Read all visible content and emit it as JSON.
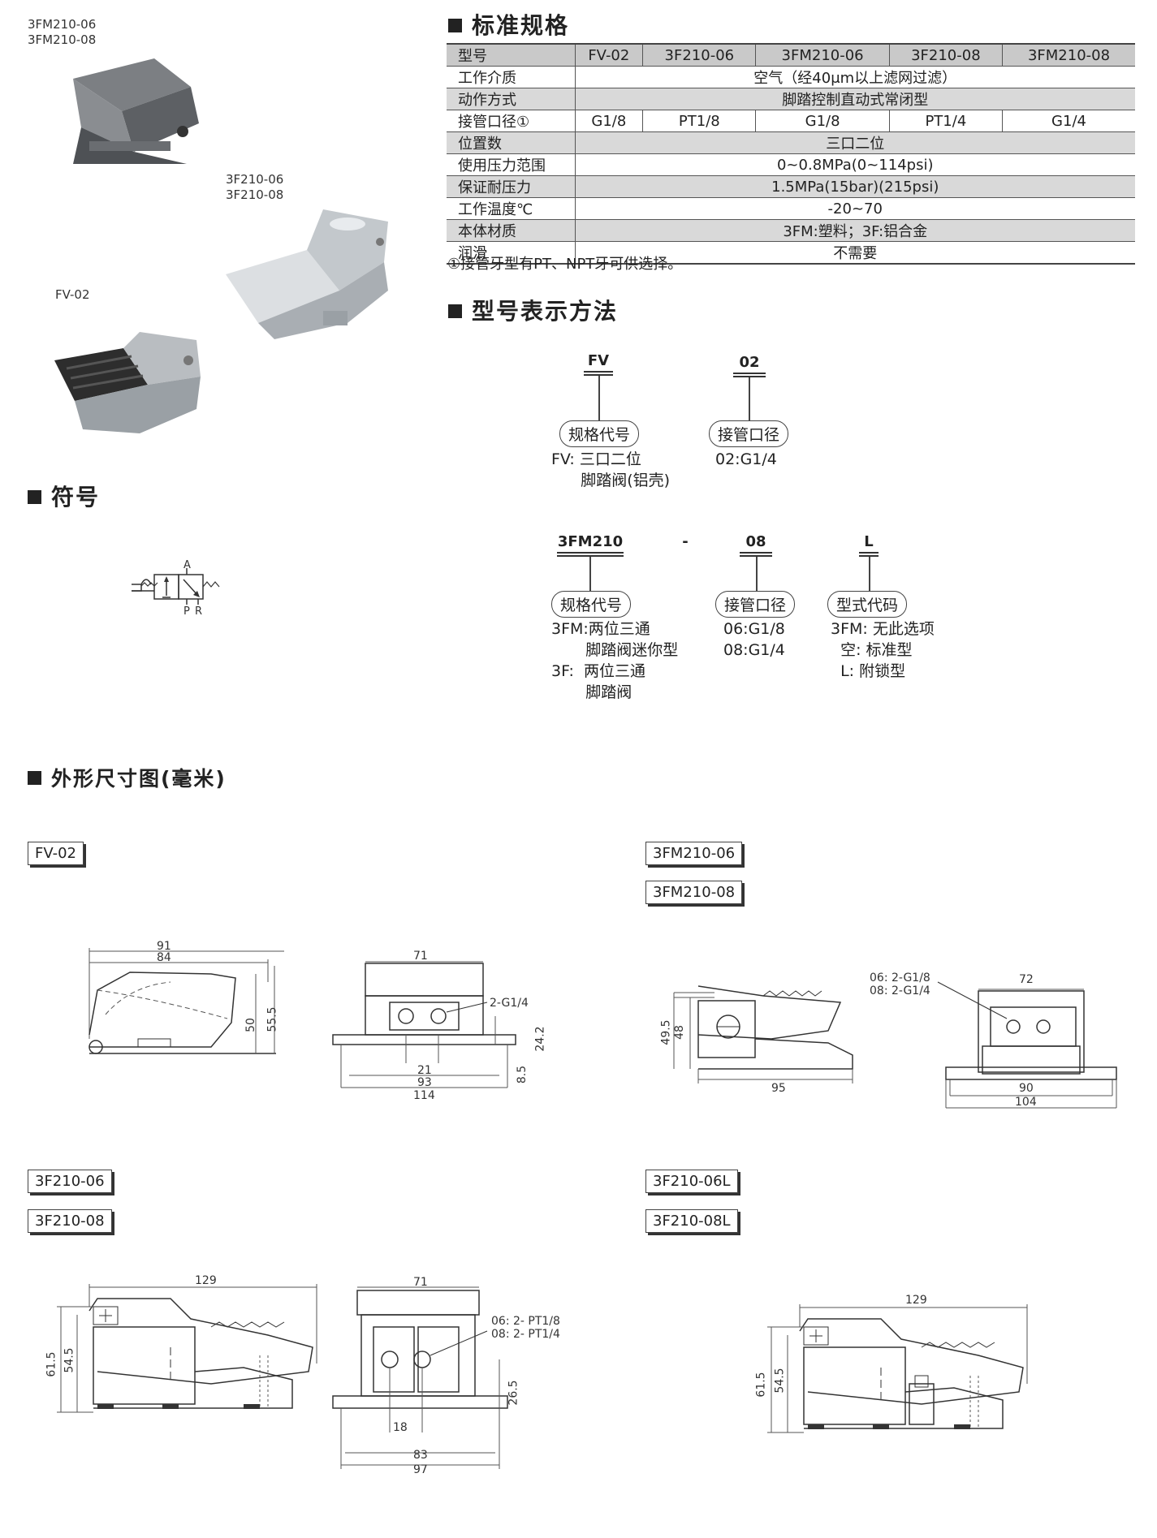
{
  "product_labels": {
    "top_a": "3FM210-06",
    "top_b": "3FM210-08",
    "mid_a": "3F210-06",
    "mid_b": "3F210-08",
    "low": "FV-02"
  },
  "headings": {
    "spec": "标准规格",
    "symbol": "符号",
    "model_code": "型号表示方法",
    "dimensions": "外形尺寸图(毫米)"
  },
  "spec_table": {
    "header": [
      "型号",
      "FV-02",
      "3F210-06",
      "3FM210-06",
      "3F210-08",
      "3FM210-08"
    ],
    "rows": [
      {
        "label": "工作介质",
        "value": "空气（经40μm以上滤网过滤）"
      },
      {
        "label": "动作方式",
        "value": "脚踏控制直动式常闭型"
      },
      {
        "label": "接管口径①",
        "cells": [
          "G1/8",
          "PT1/8",
          "G1/8",
          "PT1/4",
          "G1/4"
        ]
      },
      {
        "label": "位置数",
        "value": "三口二位"
      },
      {
        "label": "使用压力范围",
        "value": "0~0.8MPa(0~114psi)"
      },
      {
        "label": "保证耐压力",
        "value": "1.5MPa(15bar)(215psi)"
      },
      {
        "label": "工作温度℃",
        "value": "-20~70"
      },
      {
        "label": "本体材质",
        "value": "3FM:塑料；3F:铝合金"
      },
      {
        "label": "润滑",
        "value": "不需要"
      }
    ],
    "note": "①接管牙型有PT、NPT牙可供选择。"
  },
  "symbol": {
    "port_a": "A",
    "port_p": "P",
    "port_r": "R"
  },
  "model_code": {
    "fv": {
      "code1": "FV",
      "code2": "02",
      "pill1": "规格代号",
      "pill2": "接管口径",
      "desc1": "FV: 三口二位\n      脚踏阀(铝壳)",
      "desc2": "02:G1/4"
    },
    "fm": {
      "code1": "3FM210",
      "dash": "-",
      "code2": "08",
      "code3": "L",
      "pill1": "规格代号",
      "pill2": "接管口径",
      "pill3": "型式代码",
      "desc1": "3FM:两位三通\n       脚踏阀迷你型\n3F:  两位三通\n       脚踏阀",
      "desc2": "06:G1/8\n08:G1/4",
      "desc3": "3FM: 无此选项\n  空: 标准型\n  L: 附锁型"
    }
  },
  "dimension_boxes": {
    "fv02": "FV-02",
    "fm06": "3FM210-06",
    "fm08": "3FM210-08",
    "f06": "3F210-06",
    "f08": "3F210-08",
    "f06l": "3F210-06L",
    "f08l": "3F210-08L"
  },
  "dims": {
    "fv_side": {
      "a": "91",
      "b": "84",
      "c": "50",
      "d": "55.5"
    },
    "fv_front": {
      "a": "71",
      "port": "2-G1/4",
      "b": "24.2",
      "c": "21",
      "d": "8.5",
      "e": "93",
      "f": "114"
    },
    "fm_side": {
      "a": "49.5",
      "b": "48",
      "c": "95"
    },
    "fm_front": {
      "port1": "06: 2-G1/8",
      "port2": "08: 2-G1/4",
      "a": "72",
      "b": "90",
      "c": "104"
    },
    "f_side": {
      "a": "129",
      "b": "61.5",
      "c": "54.5"
    },
    "f_front": {
      "a": "71",
      "port1": "06: 2- PT1/8",
      "port2": "08: 2- PT1/4",
      "b": "26.5",
      "c": "18",
      "d": "83",
      "e": "97"
    },
    "fl_side": {
      "a": "129",
      "b": "61.5",
      "c": "54.5"
    }
  }
}
